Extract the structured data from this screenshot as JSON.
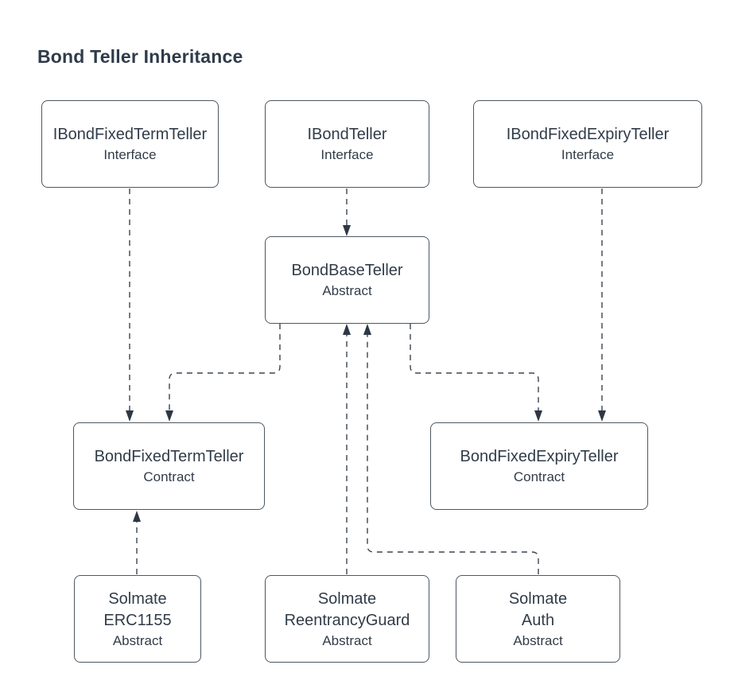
{
  "title": "Bond Teller Inheritance",
  "colors": {
    "ink": "#2f3b4a",
    "node_border": "#4d5761",
    "edge": "#3a4550",
    "arrowhead": "#2e3844",
    "background": "#ffffff"
  },
  "diagram": {
    "nodes": [
      {
        "id": "IBondFixedTermTeller",
        "line1": "IBondFixedTermTeller",
        "stereotype": "Interface"
      },
      {
        "id": "IBondTeller",
        "line1": "IBondTeller",
        "stereotype": "Interface"
      },
      {
        "id": "IBondFixedExpiryTeller",
        "line1": "IBondFixedExpiryTeller",
        "stereotype": "Interface"
      },
      {
        "id": "BondBaseTeller",
        "line1": "BondBaseTeller",
        "stereotype": "Abstract"
      },
      {
        "id": "BondFixedTermTeller",
        "line1": "BondFixedTermTeller",
        "stereotype": "Contract"
      },
      {
        "id": "BondFixedExpiryTeller",
        "line1": "BondFixedExpiryTeller",
        "stereotype": "Contract"
      },
      {
        "id": "SolmateERC1155",
        "line1": "Solmate",
        "line2": "ERC1155",
        "stereotype": "Abstract"
      },
      {
        "id": "SolmateReentrancyGuard",
        "line1": "Solmate",
        "line2": "ReentrancyGuard",
        "stereotype": "Abstract"
      },
      {
        "id": "SolmateAuth",
        "line1": "Solmate",
        "line2": "Auth",
        "stereotype": "Abstract"
      }
    ],
    "edges": [
      {
        "from": "IBondTeller",
        "to": "BondBaseTeller",
        "style": "dashed-arrow"
      },
      {
        "from": "IBondFixedTermTeller",
        "to": "BondFixedTermTeller",
        "style": "dashed-arrow"
      },
      {
        "from": "IBondFixedExpiryTeller",
        "to": "BondFixedExpiryTeller",
        "style": "dashed-arrow"
      },
      {
        "from": "BondBaseTeller",
        "to": "BondFixedTermTeller",
        "style": "dashed-arrow"
      },
      {
        "from": "BondBaseTeller",
        "to": "BondFixedExpiryTeller",
        "style": "dashed-arrow"
      },
      {
        "from": "SolmateERC1155",
        "to": "BondFixedTermTeller",
        "style": "dashed-arrow"
      },
      {
        "from": "SolmateReentrancyGuard",
        "to": "BondBaseTeller",
        "style": "dashed-arrow"
      },
      {
        "from": "SolmateAuth",
        "to": "BondBaseTeller",
        "style": "dashed-arrow"
      }
    ]
  }
}
